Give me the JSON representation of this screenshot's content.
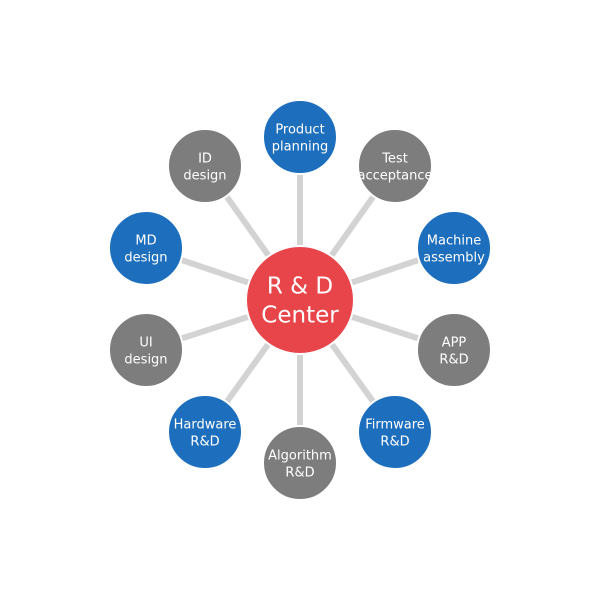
{
  "colors": {
    "center": "#e8454a",
    "blue": "#1d6fbd",
    "gray": "#7d7d7d",
    "spoke": "#d3d3d3",
    "text": "#ffffff"
  },
  "center": {
    "lines": [
      "R & D",
      "Center"
    ]
  },
  "nodes": [
    {
      "id": "product-planning",
      "lines": [
        "Product",
        "planning"
      ],
      "color": "blue"
    },
    {
      "id": "test-acceptance",
      "lines": [
        "Test",
        "acceptance"
      ],
      "color": "gray"
    },
    {
      "id": "machine-assembly",
      "lines": [
        "Machine",
        "assembly"
      ],
      "color": "blue"
    },
    {
      "id": "app-rd",
      "lines": [
        "APP",
        "R&D"
      ],
      "color": "gray"
    },
    {
      "id": "firmware-rd",
      "lines": [
        "Firmware",
        "R&D"
      ],
      "color": "blue"
    },
    {
      "id": "algorithm-rd",
      "lines": [
        "Algorithm",
        "R&D"
      ],
      "color": "gray"
    },
    {
      "id": "hardware-rd",
      "lines": [
        "Hardware",
        "R&D"
      ],
      "color": "blue"
    },
    {
      "id": "ui-design",
      "lines": [
        "UI",
        "design"
      ],
      "color": "gray"
    },
    {
      "id": "md-design",
      "lines": [
        "MD",
        "design"
      ],
      "color": "blue"
    },
    {
      "id": "id-design",
      "lines": [
        "ID",
        "design"
      ],
      "color": "gray"
    }
  ]
}
